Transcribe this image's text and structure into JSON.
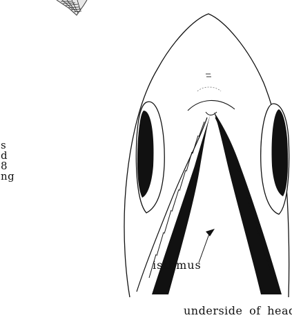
{
  "figure": {
    "caption": "underside of head",
    "callout_label": "isthmus",
    "side_text_fragments": [
      "s",
      "d",
      "8",
      "ng"
    ]
  },
  "colors": {
    "ink": "#111111",
    "paper": "#ffffff"
  }
}
